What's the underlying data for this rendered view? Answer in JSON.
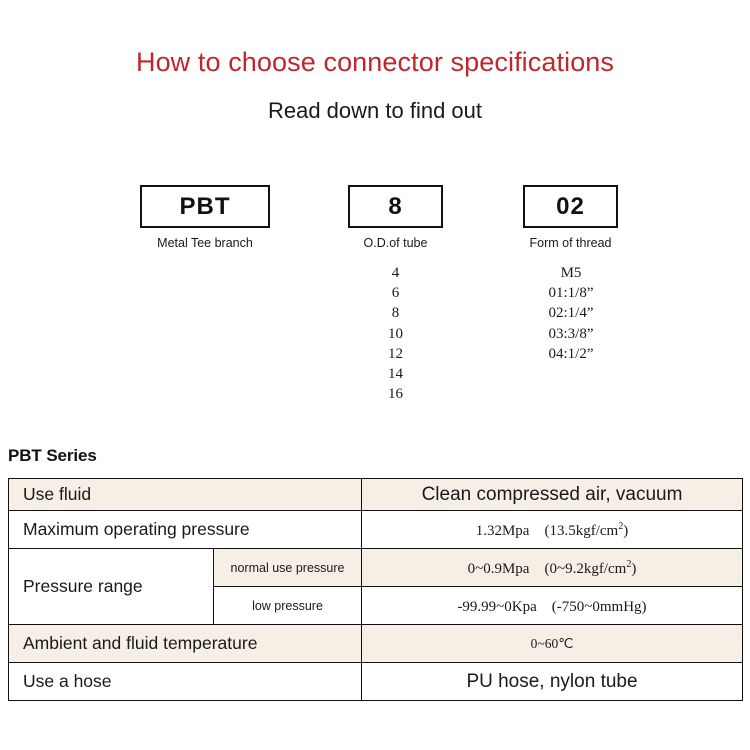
{
  "header": {
    "title": "How to choose connector specifications",
    "subtitle": "Read down to find out"
  },
  "selector": {
    "boxes": [
      {
        "code": "PBT",
        "caption": "Metal Tee branch"
      },
      {
        "code": "8",
        "caption": "O.D.of tube"
      },
      {
        "code": "02",
        "caption": "Form of thread"
      }
    ],
    "tube_sizes": [
      "4",
      "6",
      "8",
      "10",
      "12",
      "14",
      "16"
    ],
    "thread_forms": [
      "M5",
      "01:1/8”",
      "02:1/4”",
      "03:3/8”",
      "04:1/2”"
    ]
  },
  "series": {
    "heading": "PBT Series",
    "rows": [
      {
        "label": "Use fluid",
        "value": "Clean compressed air, vacuum"
      },
      {
        "label": "Maximum operating pressure",
        "value_prefix": "1.32Mpa　(13.5kgf/cm",
        "value_sup": "2",
        "value_suffix": ")"
      },
      {
        "label": "Pressure range",
        "sub_rows": [
          {
            "sublabel": "normal use pressure",
            "value_prefix": "0~0.9Mpa　(0~9.2kgf/cm",
            "value_sup": "2",
            "value_suffix": ")"
          },
          {
            "sublabel": "low pressure",
            "value": "-99.99~0Kpa　(-750~0mmHg)"
          }
        ]
      },
      {
        "label": "Ambient and fluid temperature",
        "value": "0~60℃"
      },
      {
        "label": "Use a hose",
        "value": "PU hose, nylon tube"
      }
    ]
  },
  "colors": {
    "title_red": "#c0272d",
    "row_beige": "#f6efe6",
    "border": "#111111"
  }
}
